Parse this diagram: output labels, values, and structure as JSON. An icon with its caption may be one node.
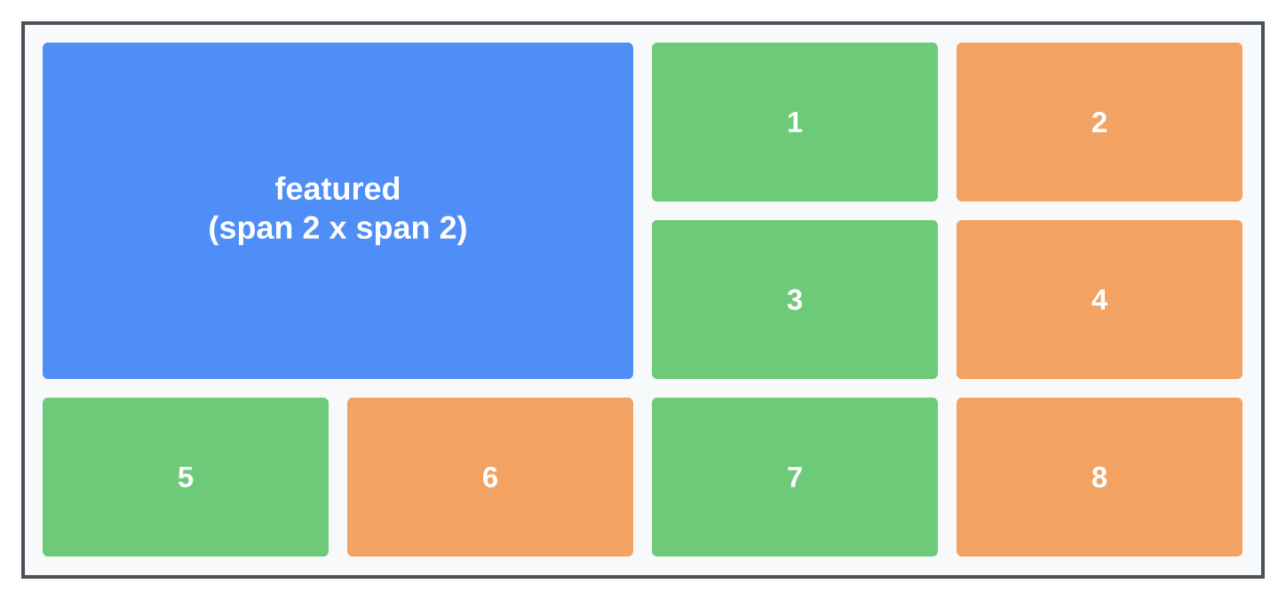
{
  "diagram": {
    "nodes": [
      {
        "text": [],
        "shape": "box"
      },
      {
        "text": [
          "featured",
          "(span 2 x span 2)"
        ],
        "in": 0
      },
      {
        "text": [
          "1"
        ],
        "in": 0
      },
      {
        "text": [
          "2"
        ],
        "in": 0
      },
      {
        "text": [
          "3"
        ],
        "in": 0
      },
      {
        "text": [
          "4"
        ],
        "in": 0
      },
      {
        "text": [
          "5"
        ],
        "in": 0
      },
      {
        "text": [
          "6"
        ],
        "in": 0
      },
      {
        "text": [
          "7"
        ],
        "in": 0
      },
      {
        "text": [
          "8"
        ],
        "in": 0
      }
    ]
  }
}
